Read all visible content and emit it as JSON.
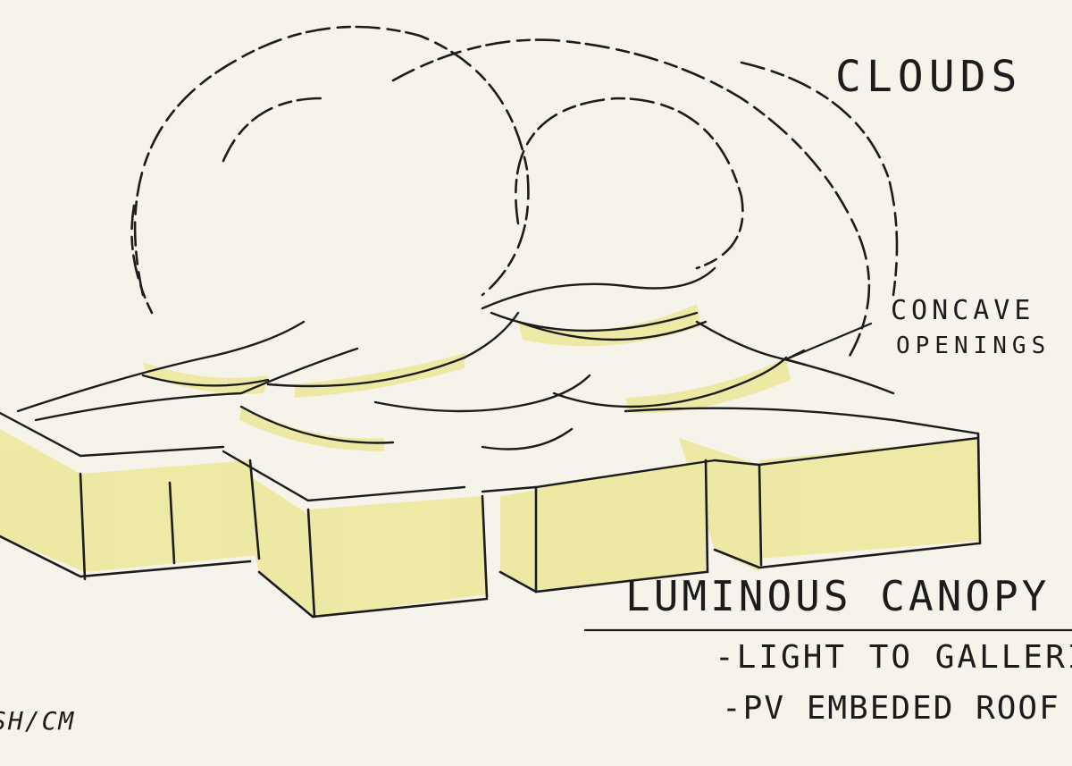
{
  "annotations": {
    "clouds": "CLOUDS",
    "concave_line1": "CONCAVE",
    "concave_line2": "OPENINGS",
    "canopy": "LUMINOUS CANOPY",
    "light": "-LIGHT TO GALLERIES",
    "pv": "-PV EMBEDED Roof",
    "signature": "SH/CM"
  },
  "colors": {
    "paper": "#f6f3ea",
    "ink": "#1c1c1c",
    "wash_yellow": "#ece89a"
  }
}
